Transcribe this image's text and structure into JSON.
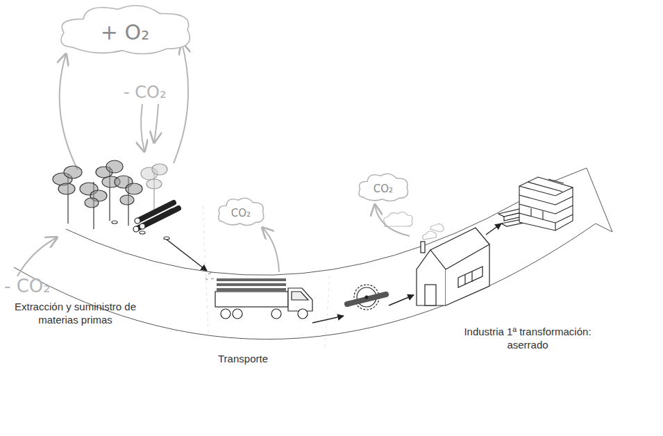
{
  "diagram": {
    "nodes": [
      {
        "text": [
          "+ O₂"
        ]
      },
      {
        "text": [
          "CO₂"
        ]
      },
      {
        "text": [
          "CO₂"
        ]
      }
    ],
    "labels": [
      "- CO₂",
      "- CO₂",
      "Extracción y suministro de materias primas",
      "Transporte",
      "Industria 1ª transformación: aserrado"
    ]
  }
}
